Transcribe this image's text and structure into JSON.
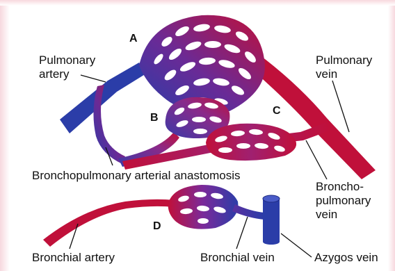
{
  "labels": {
    "pulmonary_artery": [
      "Pulmonary",
      "artery"
    ],
    "pulmonary_vein": [
      "Pulmonary",
      "vein"
    ],
    "bronchopulmonary_anastomosis": "Bronchopulmonary arterial anastomosis",
    "bronchopulmonary_vein": [
      "Broncho-",
      "pulmonary",
      "vein"
    ],
    "bronchial_artery": "Bronchial artery",
    "bronchial_vein": "Bronchial vein",
    "azygos_vein": "Azygos vein"
  },
  "region_letters": {
    "a": "A",
    "b": "B",
    "c": "C",
    "d": "D"
  },
  "colors": {
    "arterial_red": "#c0103a",
    "venous_blue": "#2b3da8",
    "mixed_purple": "#8a2a8a",
    "label_text": "#111111",
    "background": "#ffffff"
  }
}
